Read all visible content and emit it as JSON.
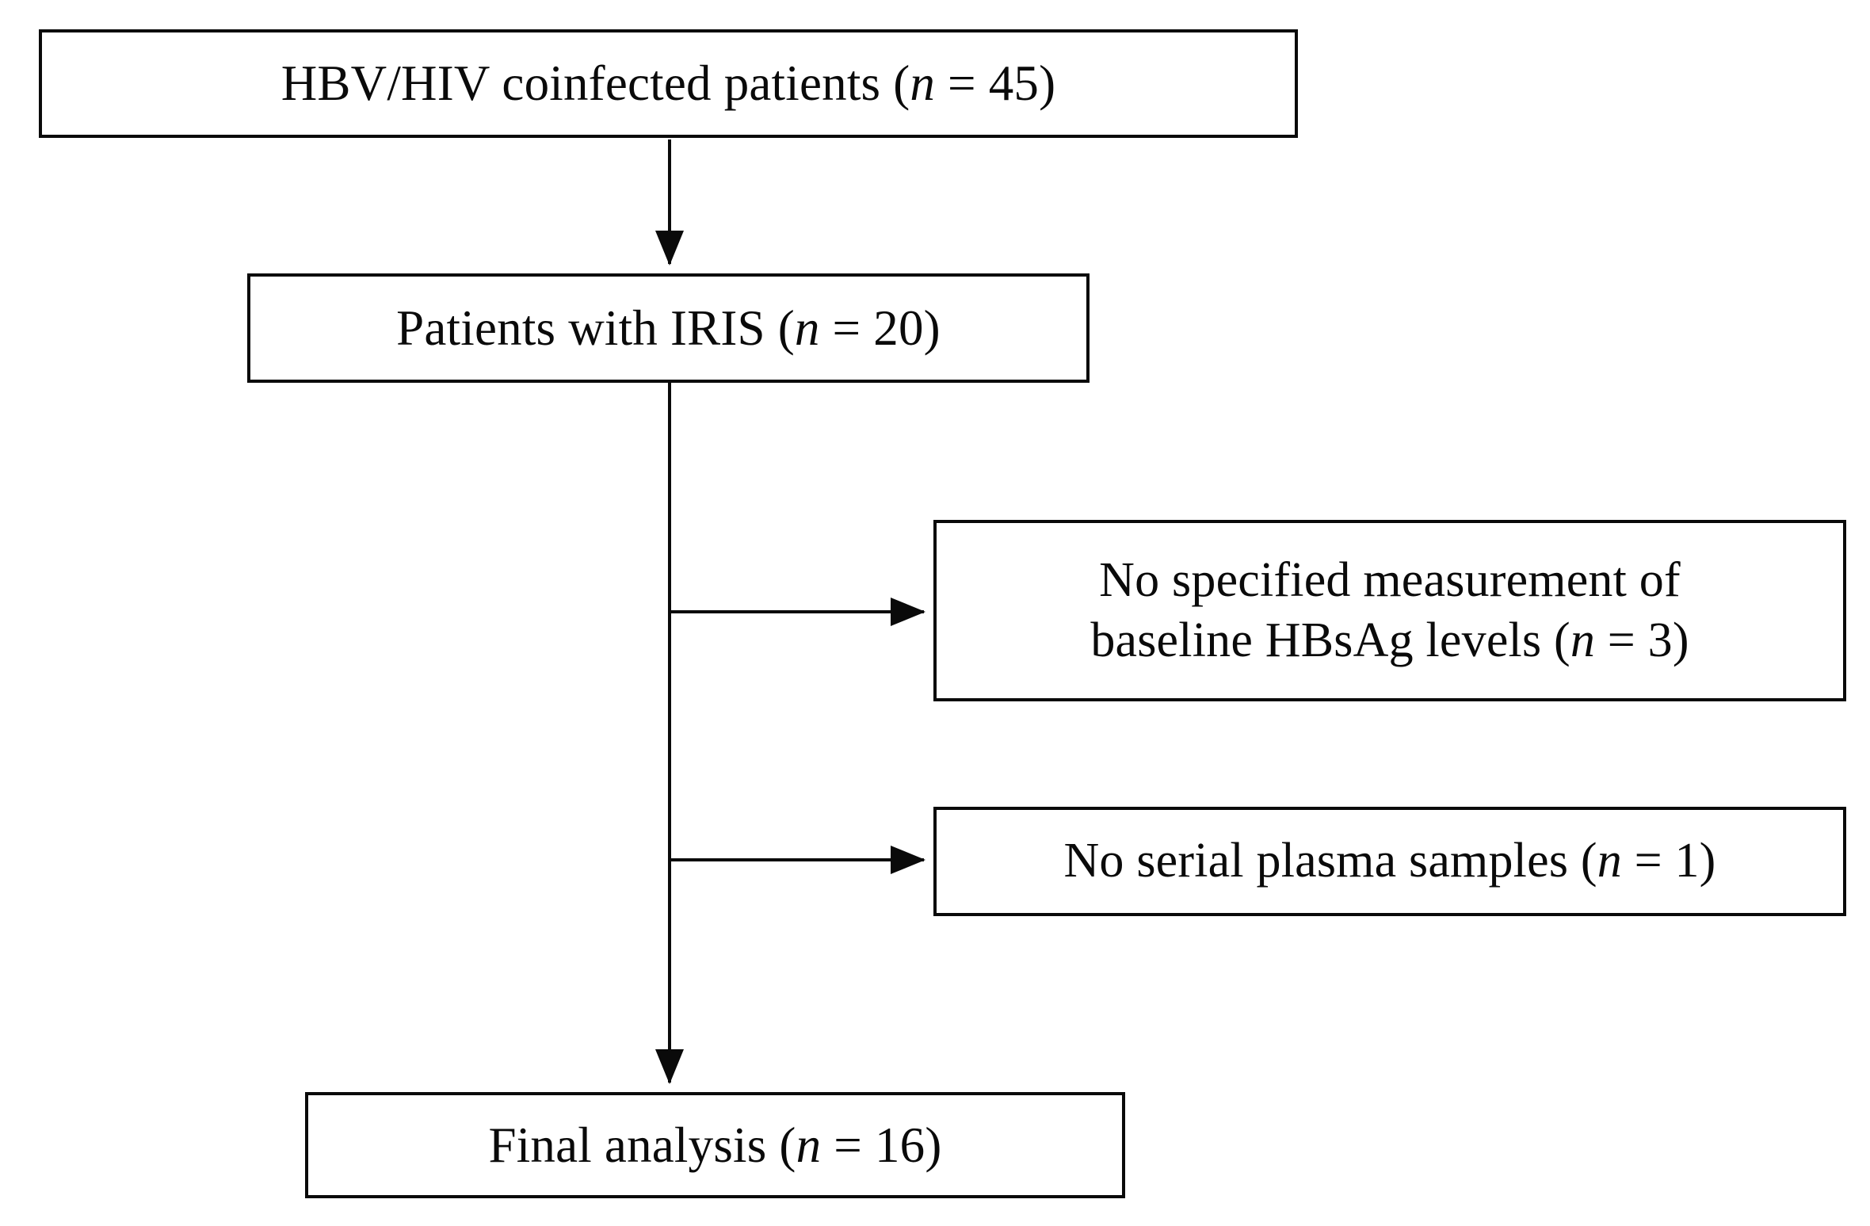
{
  "figure": {
    "type": "flowchart",
    "orientation": "vertical-with-right-exclusions",
    "background_color": "#ffffff",
    "line_color": "#0a0a0a",
    "text_color": "#0a0a0a"
  },
  "nodes": {
    "root": {
      "id": "root",
      "label": "HBV/HIV coinfected patients (n = 45)",
      "text_before": "HBV/HIV coinfected patients (",
      "variable": "n",
      "text_after": " = 45)",
      "count": 45
    },
    "iris": {
      "id": "iris",
      "label": "Patients with IRIS (n = 20)",
      "text_before": "Patients with IRIS (",
      "variable": "n",
      "text_after": " = 20)",
      "count": 20
    },
    "exclusion_1": {
      "id": "exclusion-1",
      "label": "No specified measurement of baseline HBsAg levels (n = 3)",
      "line_1": "No specified measurement of",
      "text_before": "baseline HBsAg levels (",
      "variable": "n",
      "text_after": " = 3)",
      "count": 3
    },
    "exclusion_2": {
      "id": "exclusion-2",
      "label": "No serial plasma samples (n = 1)",
      "text_before": "No serial plasma samples (",
      "variable": "n",
      "text_after": " = 1)",
      "count": 1
    },
    "final": {
      "id": "final",
      "label": "Final analysis (n = 16)",
      "text_before": "Final analysis (",
      "variable": "n",
      "text_after": " = 16)",
      "count": 16
    }
  },
  "edges": [
    {
      "id": "edge-root-to-iris",
      "from": "root",
      "to": "iris",
      "arrow": true,
      "direction": "down"
    },
    {
      "id": "edge-iris-to-exclusion-1",
      "from": "iris",
      "to": "exclusion_1",
      "arrow": true,
      "direction": "right"
    },
    {
      "id": "edge-iris-to-exclusion-2",
      "from": "iris",
      "to": "exclusion_2",
      "arrow": true,
      "direction": "right"
    },
    {
      "id": "edge-iris-to-final",
      "from": "iris",
      "to": "final",
      "arrow": true,
      "direction": "down"
    }
  ]
}
